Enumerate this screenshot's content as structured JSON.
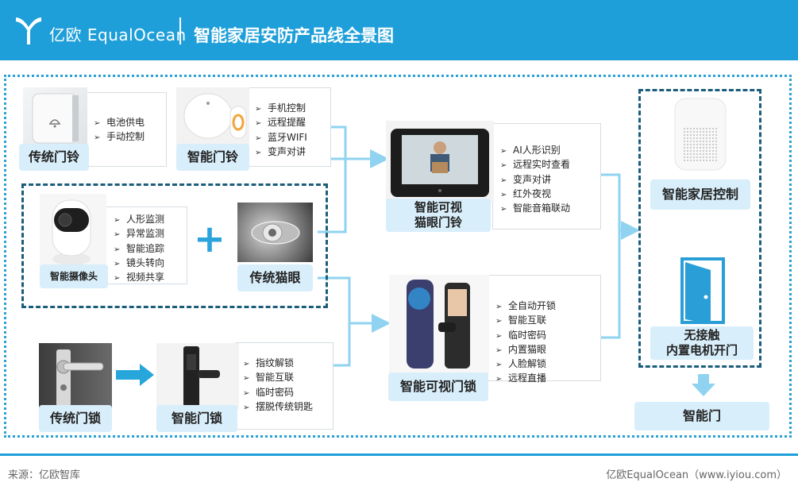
{
  "header": {
    "logo_text": "亿欧 EqualOcean",
    "title": "智能家居安防产品线全景图"
  },
  "products": {
    "traditional_doorbell": {
      "label": "传统门铃",
      "features": [
        "电池供电",
        "手动控制"
      ]
    },
    "smart_doorbell": {
      "label": "智能门铃",
      "features": [
        "手机控制",
        "远程提醒",
        "蓝牙WIFI",
        "变声对讲"
      ]
    },
    "smart_camera": {
      "label": "智能摄像头",
      "features": [
        "人形监测",
        "异常监测",
        "智能追踪",
        "镜头转向",
        "视频共享"
      ]
    },
    "plus_sign": "+",
    "traditional_peephole": {
      "label": "传统猫眼"
    },
    "smart_peephole_doorbell": {
      "label_line1": "智能可视",
      "label_line2": "猫眼门铃",
      "features": [
        "AI人形识别",
        "远程实时查看",
        "变声对讲",
        "红外夜视",
        "智能音箱联动"
      ]
    },
    "smart_video_lock": {
      "label": "智能可视门锁",
      "features": [
        "全自动开锁",
        "智能互联",
        "临时密码",
        "内置猫眼",
        "人脸解锁",
        "远程直播"
      ]
    },
    "traditional_lock": {
      "label": "传统门锁"
    },
    "smart_lock": {
      "label": "智能门锁",
      "features": [
        "指纹解锁",
        "智能互联",
        "临时密码",
        "摆脱传统钥匙"
      ]
    },
    "smart_home_control": {
      "label": "智能家居控制"
    },
    "contactless_door": {
      "label_line1": "无接触",
      "label_line2": "内置电机开门"
    },
    "smart_door": {
      "label": "智能门"
    }
  },
  "footer": {
    "source": "来源：亿欧智库",
    "brand": "亿欧EqualOcean（www.iyiou.com）"
  },
  "colors": {
    "header_bg": "#1f9fd9",
    "label_bg": "#d8eefa",
    "group_border": "#1b5d7a",
    "connector": "#8fd3f1",
    "arrow": "#27a6dc"
  }
}
